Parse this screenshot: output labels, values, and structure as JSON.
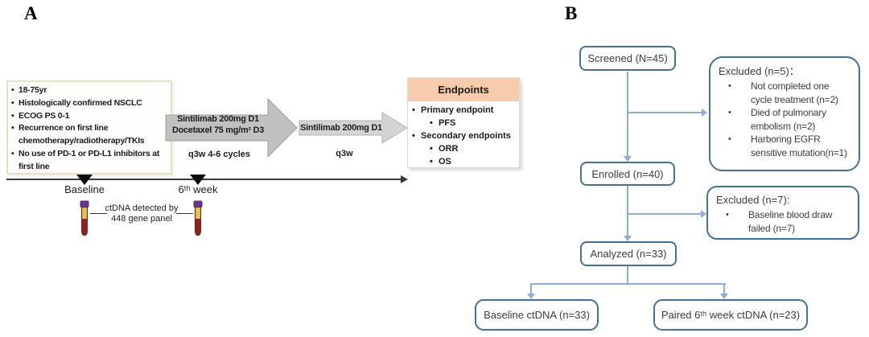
{
  "colors": {
    "ink": "#1b1b1b",
    "cream-border": "#e9dfc6",
    "peach": "#f8cbad",
    "arrow-gray1": "#c2c1c0",
    "arrow-gray2": "#d5d4d3",
    "line-dark": "#3a3a3a",
    "border-blue": "#41719c",
    "connector": "#8faadc",
    "box-text": "#3d3d3d",
    "tube-purple": "#7030a0",
    "tube-amber": "#eec045",
    "tube-red": "#9e1c1c"
  },
  "panelA": {
    "label": "A",
    "eligibility": [
      "18-75yr",
      "Histologically confirmed NSCLC",
      "ECOG PS 0-1",
      "Recurrence on first line chemotherapy/radiotherapy/TKIs",
      "No use of PD-1 or PD-L1 inhibitors at first line"
    ],
    "arrow1": {
      "drug": "Sintilimab 200mg D1\nDocetaxel 75 mg/m² D3",
      "schedule": "q3w 4-6 cycles"
    },
    "arrow2": {
      "drug": "Sintilimab 200mg D1",
      "schedule": "q3w"
    },
    "endpoints": {
      "title": "Endpoints",
      "rows": [
        "Primary endpoint",
        "PFS",
        "Secondary endpoints",
        "ORR",
        "OS"
      ]
    },
    "timeline": {
      "t0": "Baseline",
      "t1": "6ᵗʰ week",
      "assay": "ctDNA detected by\n448 gene panel"
    }
  },
  "panelB": {
    "label": "B",
    "screened": "Screened (N=45)",
    "excluded1": {
      "title": "Excluded (n=5)：",
      "items": [
        "Not completed one\ncycle treatment (n=2)",
        "Died of pulmonary\nembolism (n=2)",
        "Harboring EGFR\nsensitive mutation(n=1)"
      ]
    },
    "enrolled": "Enrolled (n=40)",
    "excluded2": {
      "title": "Excluded (n=7):",
      "items": [
        "Baseline blood draw\nfailed (n=7)"
      ]
    },
    "analyzed": "Analyzed (n=33)",
    "baseline_ctdna": "Baseline ctDNA (n=33)",
    "paired_ctdna": "Paired 6ᵗʰ week ctDNA (n=23)"
  }
}
